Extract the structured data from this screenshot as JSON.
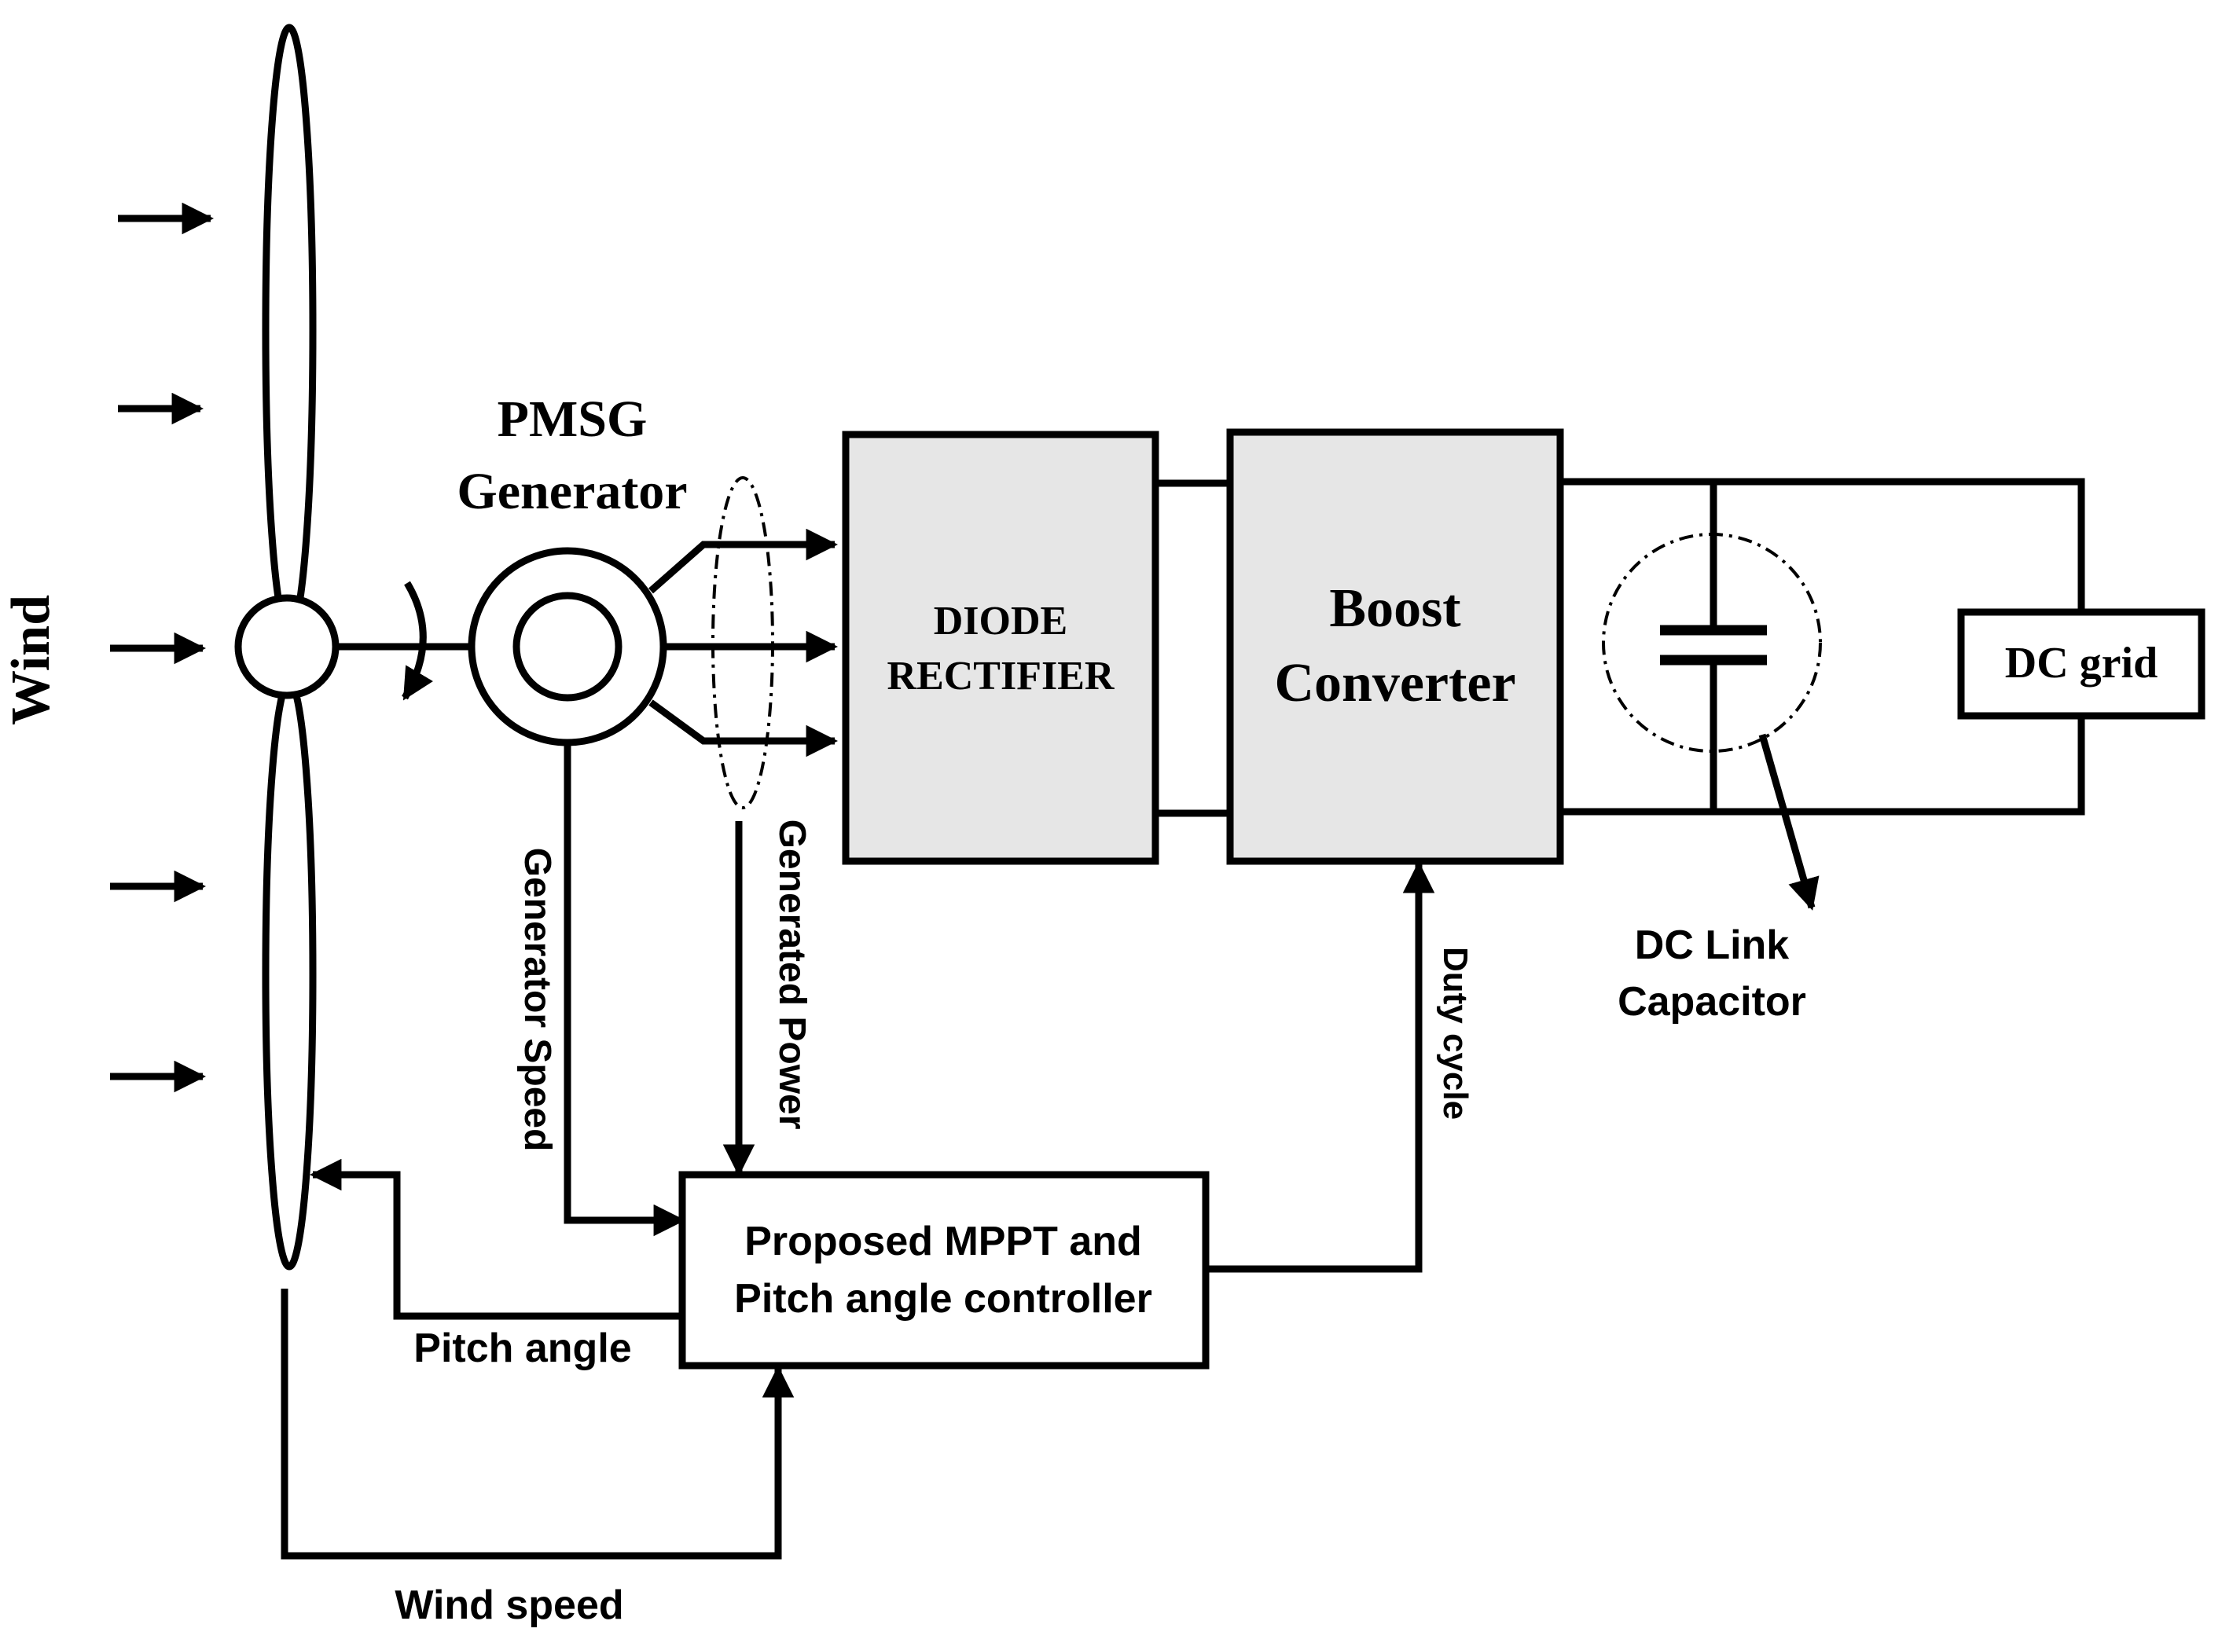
{
  "labels": {
    "wind": "Wind",
    "pmsg_line1": "PMSG",
    "pmsg_line2": "Generator",
    "rectifier_line1": "DIODE",
    "rectifier_line2": "RECTIFIER",
    "boost_line1": "Boost",
    "boost_line2": "Converter",
    "dc_grid": "DC grid",
    "dc_link_line1": "DC Link",
    "dc_link_line2": "Capacitor",
    "generator_speed": "Generator Speed",
    "generated_power": "Generated Power",
    "duty_cycle": "Duty cycle",
    "controller_line1": "Proposed MPPT and",
    "controller_line2": "Pitch angle controller",
    "pitch_angle": "Pitch angle",
    "wind_speed": "Wind speed"
  },
  "colors": {
    "block_fill": "#e6e6e6",
    "line": "#000000",
    "background": "#ffffff"
  }
}
